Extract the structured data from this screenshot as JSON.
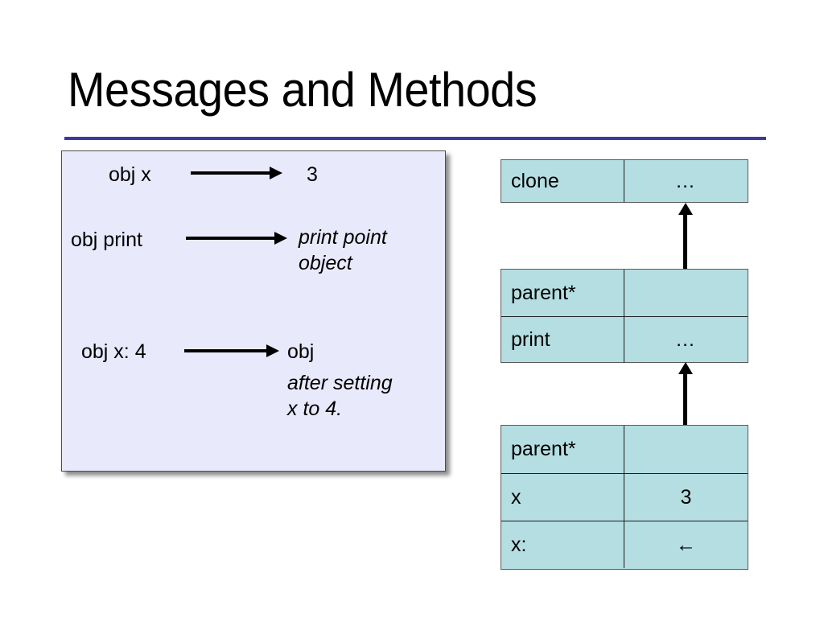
{
  "slide": {
    "title": "Messages and Methods",
    "rule_color": "#3b39a0",
    "background_color": "#ffffff"
  },
  "left_panel": {
    "name": "message-examples-panel",
    "background_color": "#e9e9fc",
    "border_color": "#4c4c4c",
    "rows": [
      {
        "message": "obj x",
        "arrow": "right-arrow",
        "result": "3",
        "result_italic": false
      },
      {
        "message": "obj print",
        "arrow": "right-arrow",
        "result": "print point\nobject",
        "result_italic": true
      },
      {
        "message": "obj x: 4",
        "arrow": "right-arrow",
        "result_plain": "obj",
        "result": "after setting\nx to 4.",
        "result_italic": true
      }
    ]
  },
  "object_diagram": {
    "cell_color": "#b5dee2",
    "border_color": "#1c1c1c",
    "tables": [
      {
        "name": "clone-object-table",
        "rows": [
          {
            "key": "clone",
            "value": "…"
          }
        ]
      },
      {
        "name": "point-prototype-table",
        "rows": [
          {
            "key": "parent*",
            "value": ""
          },
          {
            "key": "print",
            "value": "…"
          }
        ]
      },
      {
        "name": "point-instance-table",
        "rows": [
          {
            "key": "parent*",
            "value": ""
          },
          {
            "key": "x",
            "value": "3"
          },
          {
            "key": "x:",
            "value": "←"
          }
        ]
      }
    ],
    "arrows": [
      {
        "name": "parent-pointer-arrow-upper",
        "direction": "up"
      },
      {
        "name": "parent-pointer-arrow-lower",
        "direction": "up"
      }
    ]
  }
}
